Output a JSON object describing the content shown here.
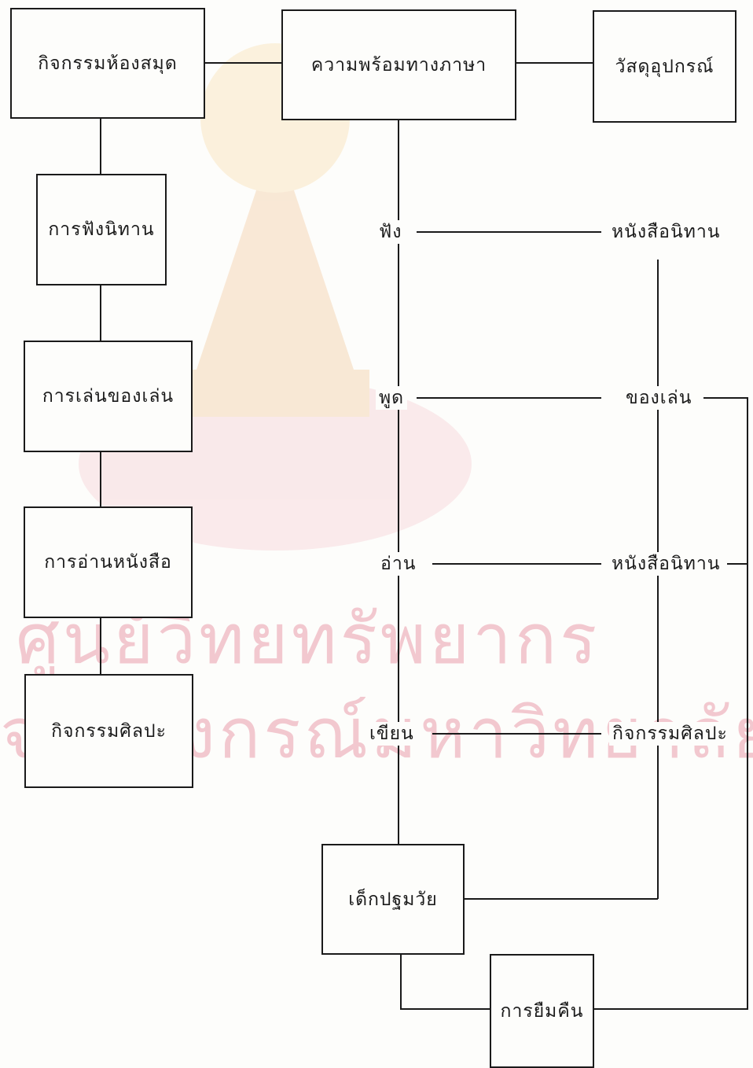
{
  "watermark": {
    "line1": "ศูนย์วิทยทรัพยากร",
    "line2": "จุฬาลงกรณ์มหาวิทยาลัย",
    "emblem_color": "#f4cfa8",
    "text_color": "#f2c8cf"
  },
  "boxes": {
    "library_activities": "กิจกรรมห้องสมุด",
    "language_readiness": "ความพร้อมทางภาษา",
    "materials": "วัสดุอุปกรณ์",
    "listening_story": "การฟังนิทาน",
    "playing_toys": "การเล่นของเล่น",
    "reading_books": "การอ่านหนังสือ",
    "art_activities": "กิจกรรมศิลปะ",
    "preschool_children": "เด็กปฐมวัย",
    "borrow_return": "การยืมคืน"
  },
  "skills": {
    "listen": "ฟัง",
    "speak": "พูด",
    "read": "อ่าน",
    "write": "เขียน"
  },
  "material_items": {
    "story_books_1": "หนังสือนิทาน",
    "toys": "ของเล่น",
    "story_books_2": "หนังสือนิทาน",
    "art_activities": "กิจกรรมศิลปะ"
  }
}
